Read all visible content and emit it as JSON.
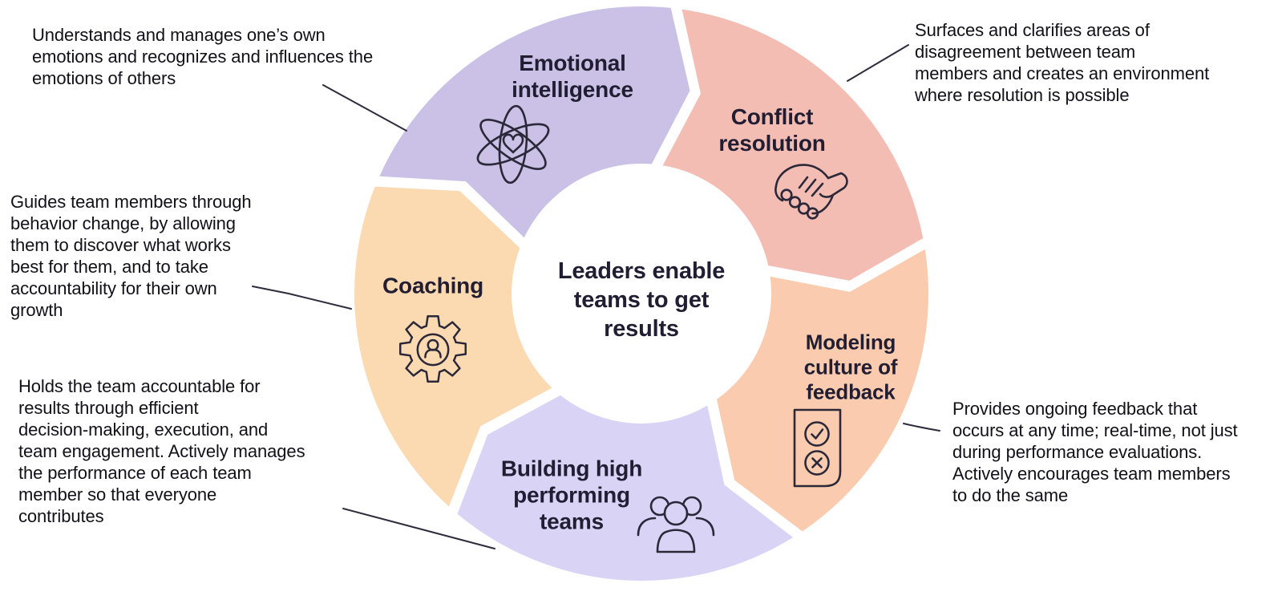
{
  "diagram": {
    "center_title": "Leaders enable\nteams to get\nresults",
    "segments": [
      {
        "id": "emotional-intelligence",
        "label": "Emotional\nintelligence",
        "color": "#cbc1e6",
        "icon": "atom-heart-icon"
      },
      {
        "id": "conflict-resolution",
        "label": "Conflict\nresolution",
        "color": "#f4bdb4",
        "icon": "handshake-icon"
      },
      {
        "id": "modeling-culture-of-feedback",
        "label": "Modeling\nculture of\nfeedback",
        "color": "#facbae",
        "icon": "feedback-checklist-icon"
      },
      {
        "id": "building-high-performing-teams",
        "label": "Building high\nperforming\nteams",
        "color": "#d9d4f6",
        "icon": "team-icon"
      },
      {
        "id": "coaching",
        "label": "Coaching",
        "color": "#fbdab1",
        "icon": "gear-person-icon"
      }
    ],
    "annotations": [
      {
        "for": "emotional-intelligence",
        "text": "Understands and manages one’s own\nemotions and recognizes and influences the\nemotions of others"
      },
      {
        "for": "conflict-resolution",
        "text": "Surfaces and clarifies areas of\ndisagreement between team\nmembers and creates an environment\nwhere resolution is possible"
      },
      {
        "for": "modeling-culture-of-feedback",
        "text": "Provides ongoing feedback that\noccurs at any time; real-time, not just\nduring performance evaluations.\nActively encourages team members\nto do the same"
      },
      {
        "for": "building-high-performing-teams",
        "text": "Holds the team accountable for\nresults through efficient\ndecision-making, execution, and\nteam engagement. Actively manages\nthe performance of each team\nmember so that everyone\ncontributes"
      },
      {
        "for": "coaching",
        "text": "Guides team members through\nbehavior change, by allowing\nthem to discover what works\nbest for them, and to take\naccountability for their own\ngrowth"
      }
    ],
    "colors": {
      "background": "#ffffff",
      "label_text": "#211e33",
      "annotation_text": "#121019",
      "line": "#2e2b3d",
      "icon_stroke": "#2b2839"
    }
  }
}
